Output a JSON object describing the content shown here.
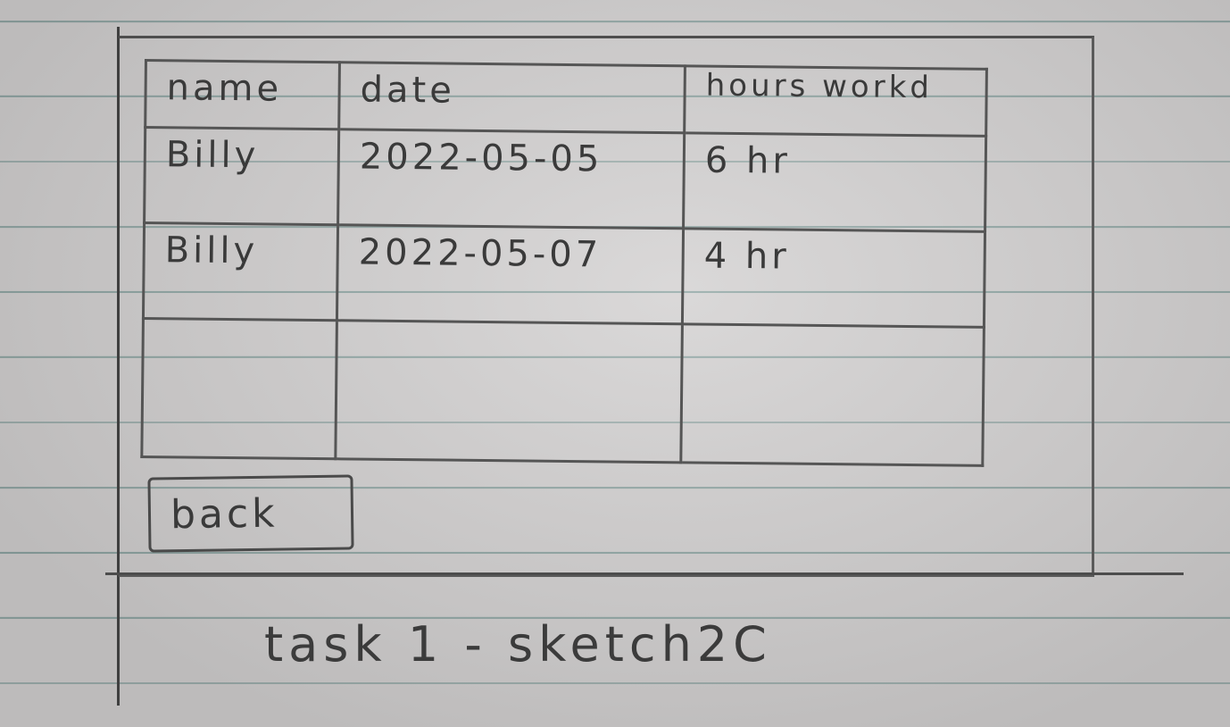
{
  "table": {
    "headers": [
      "name",
      "date",
      "hours workd"
    ],
    "rows": [
      [
        "Billy",
        "2022-05-05",
        "6 hr"
      ],
      [
        "Billy",
        "2022-05-07",
        "4 hr"
      ],
      [
        "",
        "",
        ""
      ]
    ]
  },
  "back_button": {
    "label": "back"
  },
  "caption": "task 1 - sketch2C"
}
